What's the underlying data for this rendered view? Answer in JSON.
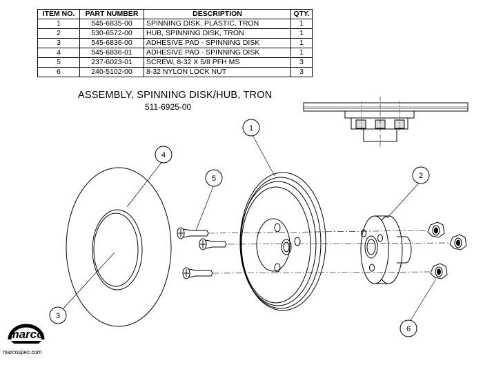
{
  "table": {
    "headers": [
      "ITEM NO.",
      "PART NUMBER",
      "DESCRIPTION",
      "QTY."
    ],
    "rows": [
      [
        "1",
        "545-6835-00",
        "SPINNING DISK, PLASTIC, TRON",
        "1"
      ],
      [
        "2",
        "530-6572-00",
        "HUB, SPINNING DISK, TRON",
        "1"
      ],
      [
        "3",
        "545-6836-00",
        "ADHESIVE PAD - SPINNING DISK",
        "1"
      ],
      [
        "4",
        "545-6836-01",
        "ADHESIVE PAD - SPINNING DISK",
        "1"
      ],
      [
        "5",
        "237-6023-01",
        "SCREW, 8-32 X 5/8 PFH MS",
        "3"
      ],
      [
        "6",
        "240-5102-00",
        "8-32 NYLON LOCK NUT",
        "3"
      ]
    ]
  },
  "assembly": {
    "title": "ASSEMBLY, SPINNING DISK/HUB, TRON",
    "part_number": "511-6925-00"
  },
  "callouts": [
    "1",
    "2",
    "3",
    "4",
    "5",
    "6"
  ],
  "logo": {
    "name": "marco-logo",
    "text": "marco",
    "site": "marcospec.com"
  }
}
